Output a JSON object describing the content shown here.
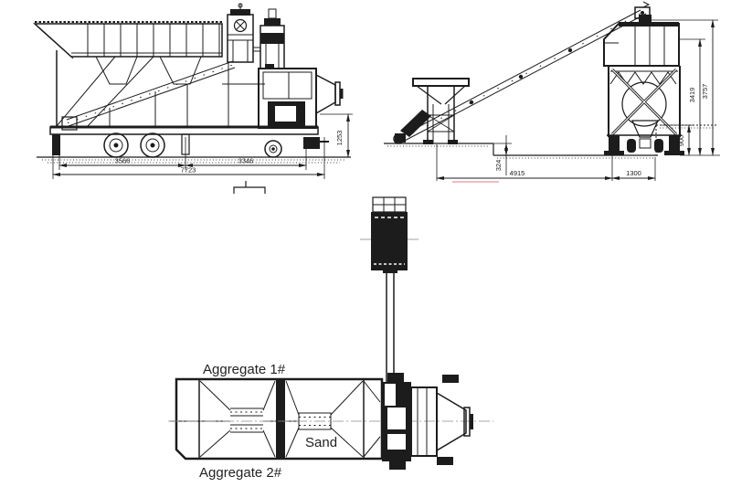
{
  "colors": {
    "line": "#1c1c1c",
    "centerline": "#8a8a8a",
    "accent_red": "#e07a7a"
  },
  "side_view": {
    "dim_left_span": "3566",
    "dim_right_span": "3346",
    "dim_overall_length": "7723",
    "dim_discharge_height": "1253"
  },
  "end_view": {
    "dim_main_span": "4915",
    "dim_right_offset": "1300",
    "dim_step_depth": "324",
    "dim_pad_height": "900",
    "dim_frame_height": "3419",
    "dim_overall_height": "3757"
  },
  "plan_view": {
    "label_aggregate_1": "Aggregate 1#",
    "label_aggregate_2": "Aggregate 2#",
    "label_sand": "Sand"
  }
}
